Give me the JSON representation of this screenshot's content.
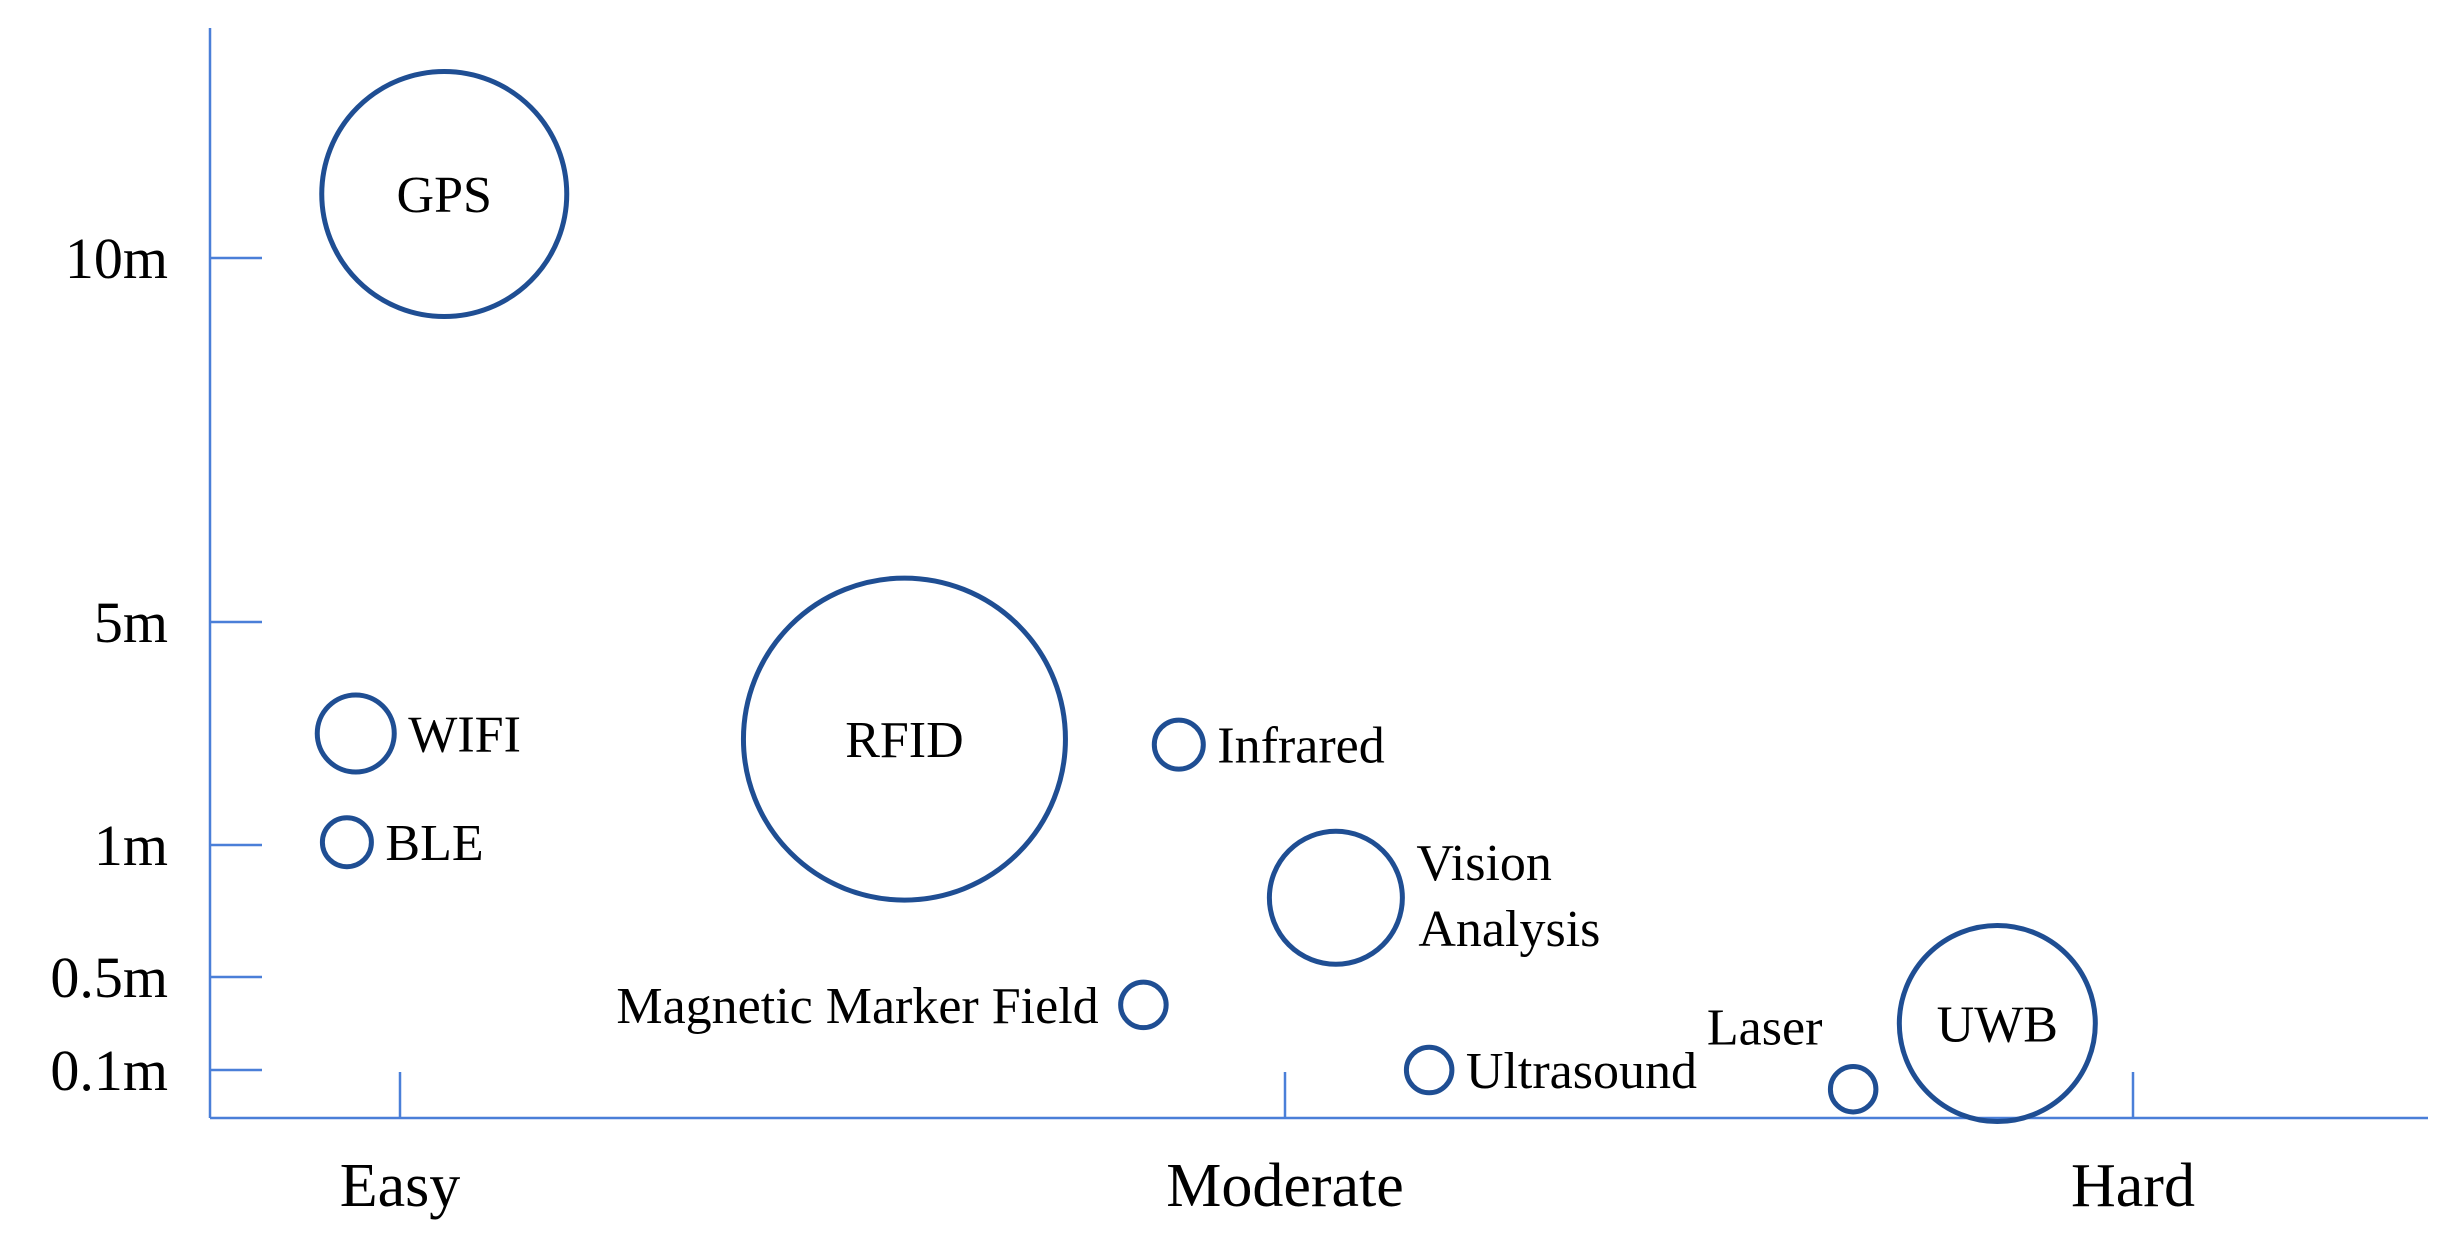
{
  "chart_data": {
    "type": "scatter",
    "title": "",
    "xlabel": "",
    "ylabel": "",
    "grid": false,
    "x_categories": [
      "Easy",
      "Moderate",
      "Hard"
    ],
    "y_ticks": [
      {
        "label": "0.1m",
        "value": 0.1
      },
      {
        "label": "0.5m",
        "value": 0.5
      },
      {
        "label": "1m",
        "value": 1
      },
      {
        "label": "5m",
        "value": 5
      },
      {
        "label": "10m",
        "value": 10
      }
    ],
    "points": [
      {
        "name": "GPS",
        "x": 0.05,
        "y": 11,
        "size": 3.5,
        "label_position": "inside"
      },
      {
        "name": "WIFI",
        "x": -0.05,
        "y": 3,
        "size": 1.1,
        "label_position": "right"
      },
      {
        "name": "BLE",
        "x": -0.06,
        "y": 1.05,
        "size": 0.7,
        "label_position": "right"
      },
      {
        "name": "RFID",
        "x": 0.57,
        "y": 2.9,
        "size": 4.6,
        "label_position": "inside"
      },
      {
        "name": "Infrared",
        "x": 0.88,
        "y": 2.8,
        "size": 0.7,
        "label_position": "right"
      },
      {
        "name": "Vision Analysis",
        "x": 1.06,
        "y": 0.8,
        "size": 1.9,
        "label_position": "right"
      },
      {
        "name": "Magnetic Marker Field",
        "x": 0.84,
        "y": 0.38,
        "size": 0.65,
        "label_position": "left"
      },
      {
        "name": "Ultrasound",
        "x": 1.17,
        "y": 0.1,
        "size": 0.65,
        "label_position": "right"
      },
      {
        "name": "Laser",
        "x": 1.67,
        "y": 0.06,
        "size": 0.65,
        "label_position": "top-left"
      },
      {
        "name": "UWB",
        "x": 1.84,
        "y": 0.3,
        "size": 2.8,
        "label_position": "inside"
      }
    ]
  }
}
